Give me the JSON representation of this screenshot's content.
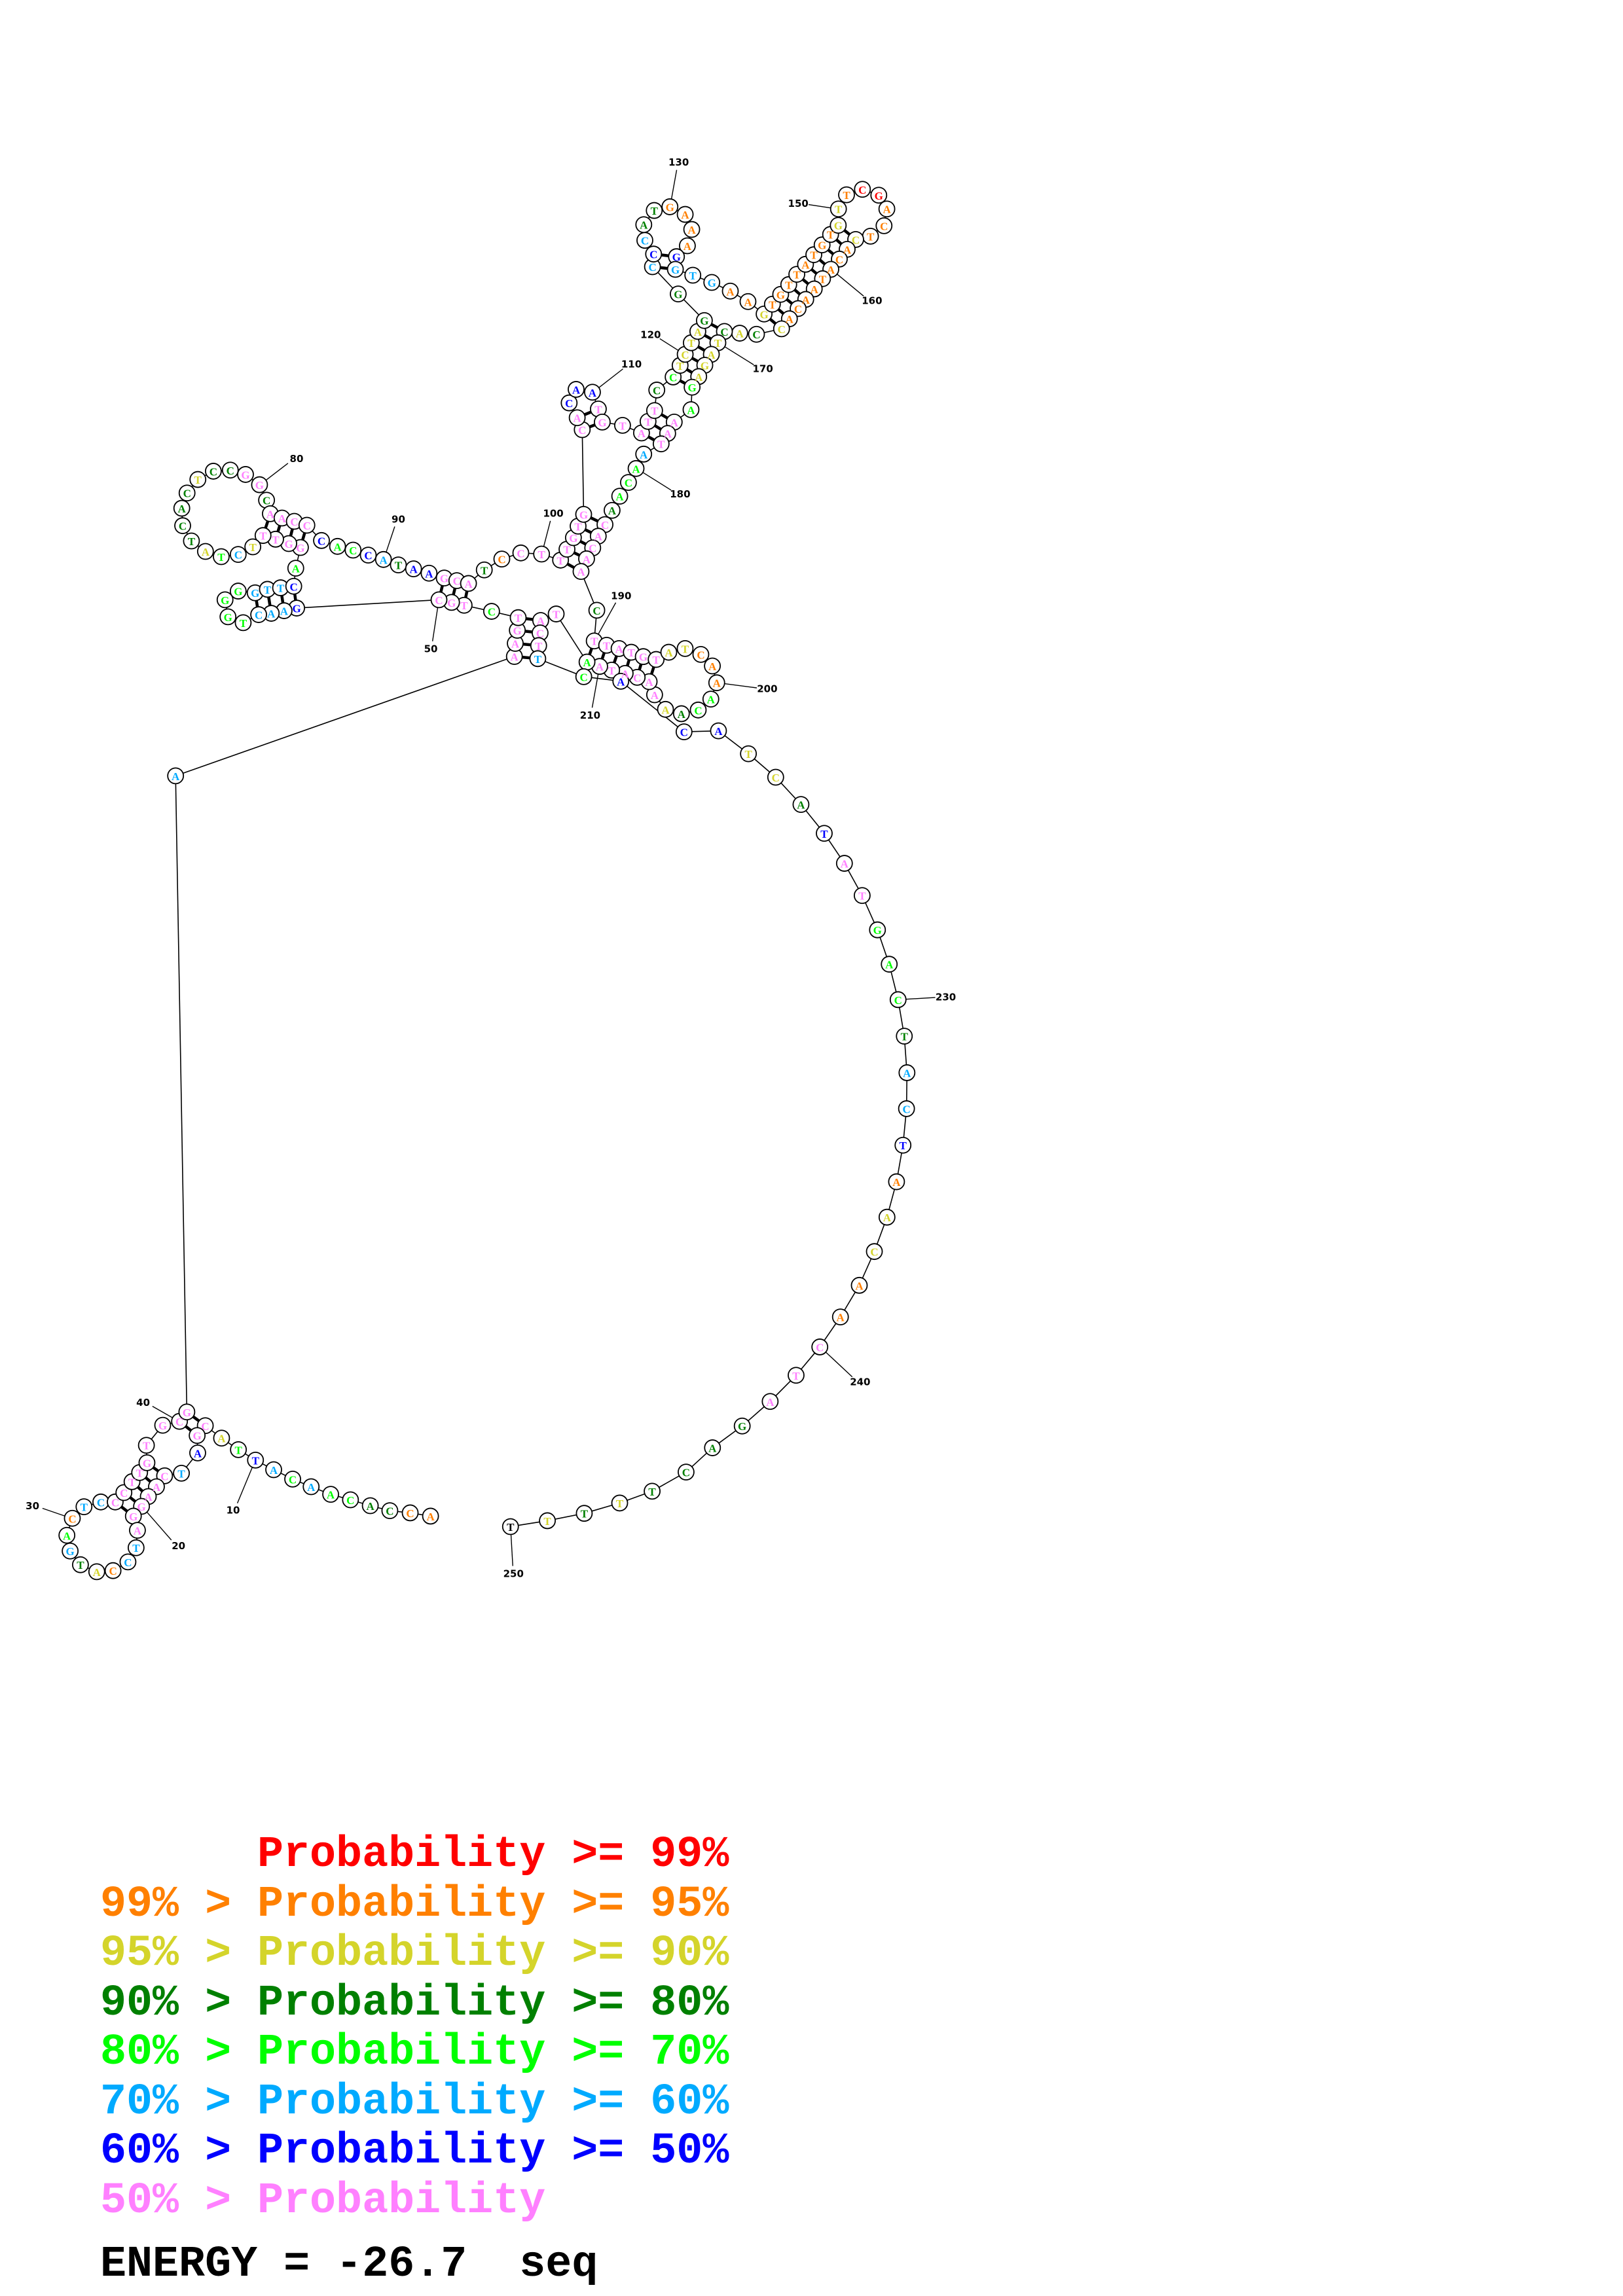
{
  "sequence_chunks": [
    "ACCACAACATTA",
    "CGATCAAGGATCCATGACTCCCTTGTGCG",
    "A",
    "AAGTCTGC",
    "GAACTGGGGTTC",
    "AGGTTTCTATCACTCCGGCAACC",
    "CACCATAAGCATCCTTTGTG",
    "CACAATGTATTCCT",
    "CTAGGCCCATGAAAGGTGAA",
    "GTGTTATGTGTTCGACTCACATAACACCACTAGA",
    "GAAATAACAACACAAC",
    "TTATGTATCAAACAAAACATAA",
    "TACTTCAC",
    "ATCATATGACTACTAACAACTAGA",
    "CTTTTT"
  ],
  "probability_class_chunks": [
    "ooddggcgcbgy",
    "ppbcppppppccoydcgoccppppppppp",
    "c",
    "ppppgppp",
    "bcccggggcccb",
    "gppppycgyddddyddppdpppp",
    "bggbcdbbpppdoppppppp",
    "ppbbbppppppdgy",
    "yyyddcbcddoooobcccoo",
    "yooooooooyyorroooyooooooooydydyyyy",
    "ggpppcgggdpppppd",
    "ppppppyyoooggdypppppp",
    "gppppcgb",
    "bbyydbppgggdccboyyoopppd",
    "dddydy"
  ],
  "probability_class_colors": {
    "r": "#ff0000",
    "o": "#ff8000",
    "y": "#d4d42b",
    "d": "#008000",
    "g": "#00ff00",
    "c": "#00aaff",
    "b": "#0000ff",
    "p": "#ff80ff"
  },
  "base_pairs": [
    [
      13,
      41
    ],
    [
      14,
      40
    ],
    [
      17,
      37
    ],
    [
      18,
      36
    ],
    [
      19,
      35
    ],
    [
      20,
      34
    ],
    [
      21,
      33
    ],
    [
      43,
      216
    ],
    [
      44,
      215
    ],
    [
      45,
      214
    ],
    [
      46,
      213
    ],
    [
      48,
      96
    ],
    [
      49,
      95
    ],
    [
      50,
      94
    ],
    [
      51,
      62
    ],
    [
      52,
      61
    ],
    [
      53,
      60
    ],
    [
      54,
      59
    ],
    [
      64,
      85
    ],
    [
      65,
      84
    ],
    [
      66,
      83
    ],
    [
      67,
      82
    ],
    [
      101,
      188
    ],
    [
      102,
      187
    ],
    [
      103,
      186
    ],
    [
      104,
      185
    ],
    [
      105,
      184
    ],
    [
      106,
      112
    ],
    [
      107,
      111
    ],
    [
      114,
      178
    ],
    [
      115,
      177
    ],
    [
      116,
      176
    ],
    [
      118,
      174
    ],
    [
      119,
      173
    ],
    [
      120,
      172
    ],
    [
      121,
      171
    ],
    [
      122,
      170
    ],
    [
      123,
      169
    ],
    [
      125,
      135
    ],
    [
      126,
      134
    ],
    [
      140,
      166
    ],
    [
      141,
      165
    ],
    [
      142,
      164
    ],
    [
      143,
      163
    ],
    [
      144,
      162
    ],
    [
      145,
      161
    ],
    [
      146,
      160
    ],
    [
      147,
      159
    ],
    [
      148,
      158
    ],
    [
      149,
      157
    ],
    [
      190,
      211
    ],
    [
      191,
      210
    ],
    [
      192,
      209
    ],
    [
      193,
      208
    ],
    [
      194,
      207
    ],
    [
      195,
      206
    ]
  ],
  "position_labels": [
    {
      "text": "10",
      "node": 10
    },
    {
      "text": "20",
      "node": 20
    },
    {
      "text": "30",
      "node": 30
    },
    {
      "text": "40",
      "node": 40
    },
    {
      "text": "50",
      "node": 50
    },
    {
      "text": "80",
      "node": 80
    },
    {
      "text": "90",
      "node": 90
    },
    {
      "text": "100",
      "node": 100
    },
    {
      "text": "110",
      "node": 110
    },
    {
      "text": "120",
      "node": 120
    },
    {
      "text": "130",
      "node": 130
    },
    {
      "text": "150",
      "node": 150
    },
    {
      "text": "160",
      "node": 160
    },
    {
      "text": "170",
      "node": 170
    },
    {
      "text": "180",
      "node": 180
    },
    {
      "text": "190",
      "node": 190
    },
    {
      "text": "200",
      "node": 200
    },
    {
      "text": "210",
      "node": 210
    },
    {
      "text": "230",
      "node": 229
    },
    {
      "text": "240",
      "node": 239
    },
    {
      "text": "250",
      "node": 249
    }
  ],
  "legend": [
    {
      "prefix": "",
      "text": "Probability >= 99%",
      "color": "#ff0000"
    },
    {
      "prefix": "99% >",
      "text": "Probability >= 95%",
      "color": "#ff8000"
    },
    {
      "prefix": "95% >",
      "text": "Probability >= 90%",
      "color": "#d4d42b"
    },
    {
      "prefix": "90% >",
      "text": "Probability >= 80%",
      "color": "#008000"
    },
    {
      "prefix": "80% >",
      "text": "Probability >= 70%",
      "color": "#00ff00"
    },
    {
      "prefix": "70% >",
      "text": "Probability >= 60%",
      "color": "#00aaff"
    },
    {
      "prefix": "60% >",
      "text": "Probability >= 50%",
      "color": "#0000ff"
    },
    {
      "prefix": "50% >",
      "text": "Probability",
      "color": "#ff80ff"
    }
  ],
  "energy": {
    "label": "ENERGY = -26.7",
    "name": "seq"
  }
}
